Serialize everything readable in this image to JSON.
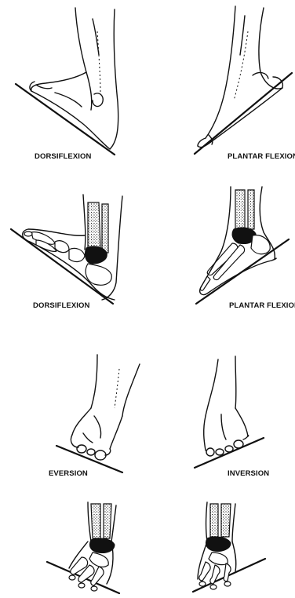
{
  "labels": {
    "dorsiflexion_outline": "DORSIFLEXION",
    "plantar_flexion_outline": "PLANTAR FLEXION",
    "dorsiflexion_skeletal": "DORSIFLEXION",
    "plantar_flexion_skeletal": "PLANTAR FLEXION",
    "eversion": "EVERSION",
    "inversion": "INVERSION"
  },
  "colors": {
    "ink": "#111111",
    "paper": "#ffffff"
  }
}
